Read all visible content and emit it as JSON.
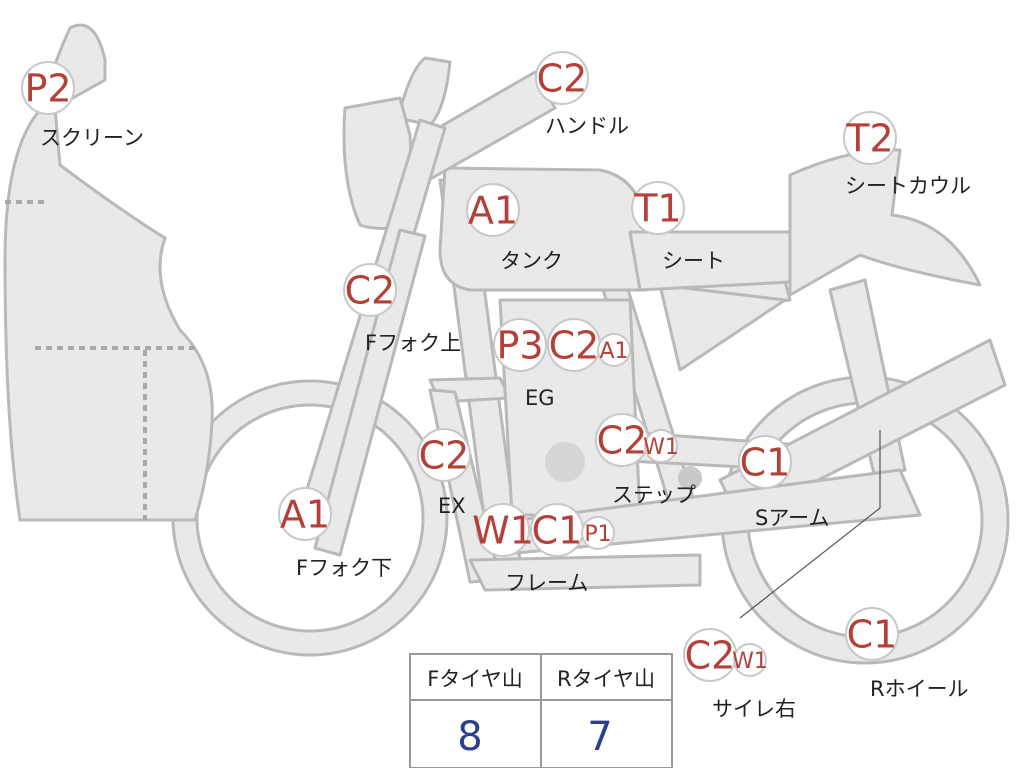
{
  "colors": {
    "body_fill": "#e9e9e7",
    "body_stroke": "#b9b9b9",
    "badge_text": "#b3413a",
    "label_text": "#222222",
    "table_value": "#2a3f8f"
  },
  "badges": {
    "screen": "P2",
    "handle": "C2",
    "seat_cowl": "T2",
    "tank": "A1",
    "seat": "T1",
    "fork_upper": "C2",
    "engine_a": "P3",
    "engine_b": "C2",
    "engine_c": "A1",
    "exhaust": "C2",
    "step_a": "C2",
    "step_b": "W1",
    "swingarm": "C1",
    "fork_lower": "A1",
    "frame_a": "W1",
    "frame_b": "C1",
    "frame_c": "P1",
    "silencer_a": "C2",
    "silencer_b": "W1",
    "rear_wheel": "C1"
  },
  "labels": {
    "screen": "スクリーン",
    "handle": "ハンドル",
    "seat_cowl": "シートカウル",
    "tank": "タンク",
    "seat": "シート",
    "fork_upper": "Fフォク上",
    "engine": "EG",
    "exhaust": "EX",
    "step": "ステップ",
    "swingarm": "Sアーム",
    "fork_lower": "Fフォク下",
    "frame": "フレーム",
    "silencer": "サイレ右",
    "rear_wheel": "Rホイール"
  },
  "tread_table": {
    "front_header": "Fタイヤ山",
    "rear_header": "Rタイヤ山",
    "front_value": "8",
    "rear_value": "7"
  }
}
